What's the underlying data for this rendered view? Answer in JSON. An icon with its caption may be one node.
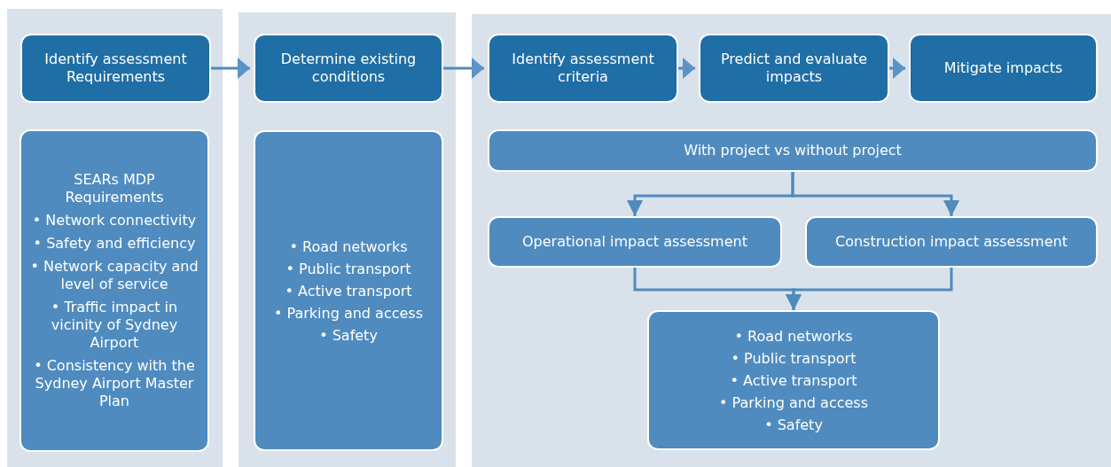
{
  "diagram": {
    "nodes": [
      {
        "text": [],
        "shape": "box"
      },
      {
        "text": [
          "Identify assessment Requirements"
        ],
        "in": 0
      },
      {
        "text": [
          "SEARs MDP Requirements",
          "• Network connectivity",
          "• Safety and efficiency",
          "• Network capacity and level of service",
          "• Traffic impact in vicinity of Sydney Airport",
          "• Consistency with the Sydney Airport Master Plan"
        ],
        "in": 0
      },
      {
        "text": [],
        "shape": "box"
      },
      {
        "text": [
          "Determine existing conditions"
        ],
        "in": 3
      },
      {
        "text": [
          "• Road networks",
          "• Public transport",
          "• Active transport",
          "• Parking and access",
          "• Safety"
        ],
        "in": 3
      },
      {
        "text": [],
        "shape": "box"
      },
      {
        "text": [
          "Identify assessment criteria"
        ],
        "in": 6
      },
      {
        "text": [
          "Predict and evaluate impacts"
        ],
        "in": 6
      },
      {
        "text": [
          "Mitigate impacts"
        ],
        "in": 6
      },
      {
        "text": [
          "With project vs without project"
        ],
        "in": 6
      },
      {
        "text": [
          "Operational impact assessment"
        ],
        "in": 6
      },
      {
        "text": [
          "Construction impact assessment"
        ],
        "in": 6
      },
      {
        "text": [
          "• Road networks",
          "• Public transport",
          "• Active transport",
          "• Parking and access",
          "• Safety"
        ],
        "in": 6
      }
    ],
    "edges": [
      {
        "from": 1,
        "to": 4,
        "arrow": "to"
      },
      {
        "from": 4,
        "to": 7,
        "arrow": "to"
      },
      {
        "from": 7,
        "to": 8,
        "arrow": "to"
      },
      {
        "from": 8,
        "to": 9,
        "arrow": "to"
      },
      {
        "from": 10,
        "to": 11,
        "arrow": "to"
      },
      {
        "from": 10,
        "to": 12,
        "arrow": "to"
      },
      {
        "from": 11,
        "to": 13,
        "arrow": "to"
      },
      {
        "from": 12,
        "to": 13,
        "arrow": "to"
      }
    ]
  }
}
